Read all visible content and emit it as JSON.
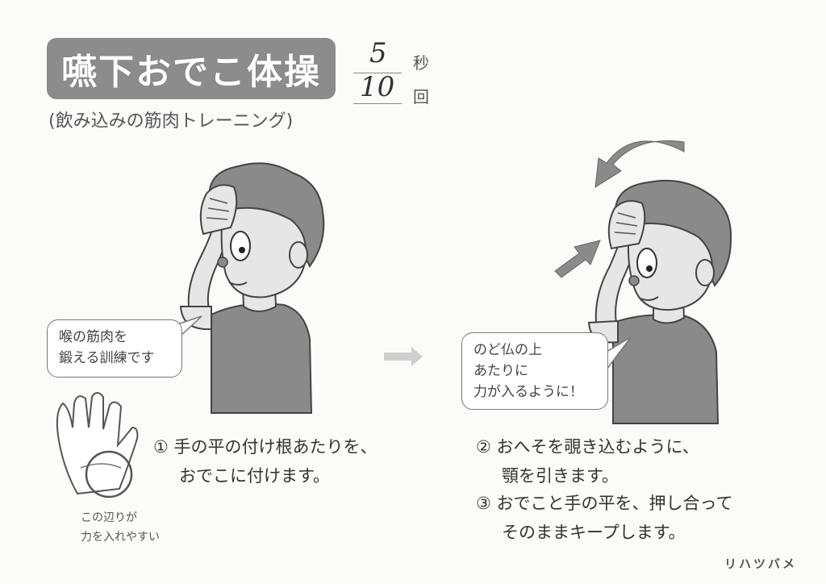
{
  "title": "嚥下おでこ体操",
  "subtitle": "(飲み込みの筋肉トレーニング)",
  "timing": {
    "seconds_value": "5",
    "seconds_unit": "秒",
    "reps_value": "10",
    "reps_unit": "回"
  },
  "bubble_left": {
    "line1": "喉の筋肉を",
    "line2": "鍛える訓練です"
  },
  "bubble_right": {
    "line1": "のど仏の上",
    "line2": "あたりに",
    "line3": "力が入るように！"
  },
  "palm_note": {
    "line1": "この辺りが",
    "line2": "力を入れやすい"
  },
  "steps": {
    "step1_line1": "① 手の平の付け根あたりを、",
    "step1_line2": "おでこに付けます。",
    "step2_line1": "② おへそを覗き込むように、",
    "step2_line2": "顎を引きます。",
    "step3_line1": "③ おでこと手の平を、押し合って",
    "step3_line2": "そのままキープします。"
  },
  "logo": "リハツバメ",
  "colors": {
    "title_bg": "#8c8c8c",
    "figure_gray": "#8a8a8a",
    "skin": "#e6e6e6",
    "arrow_gray": "#8a8a8a"
  }
}
